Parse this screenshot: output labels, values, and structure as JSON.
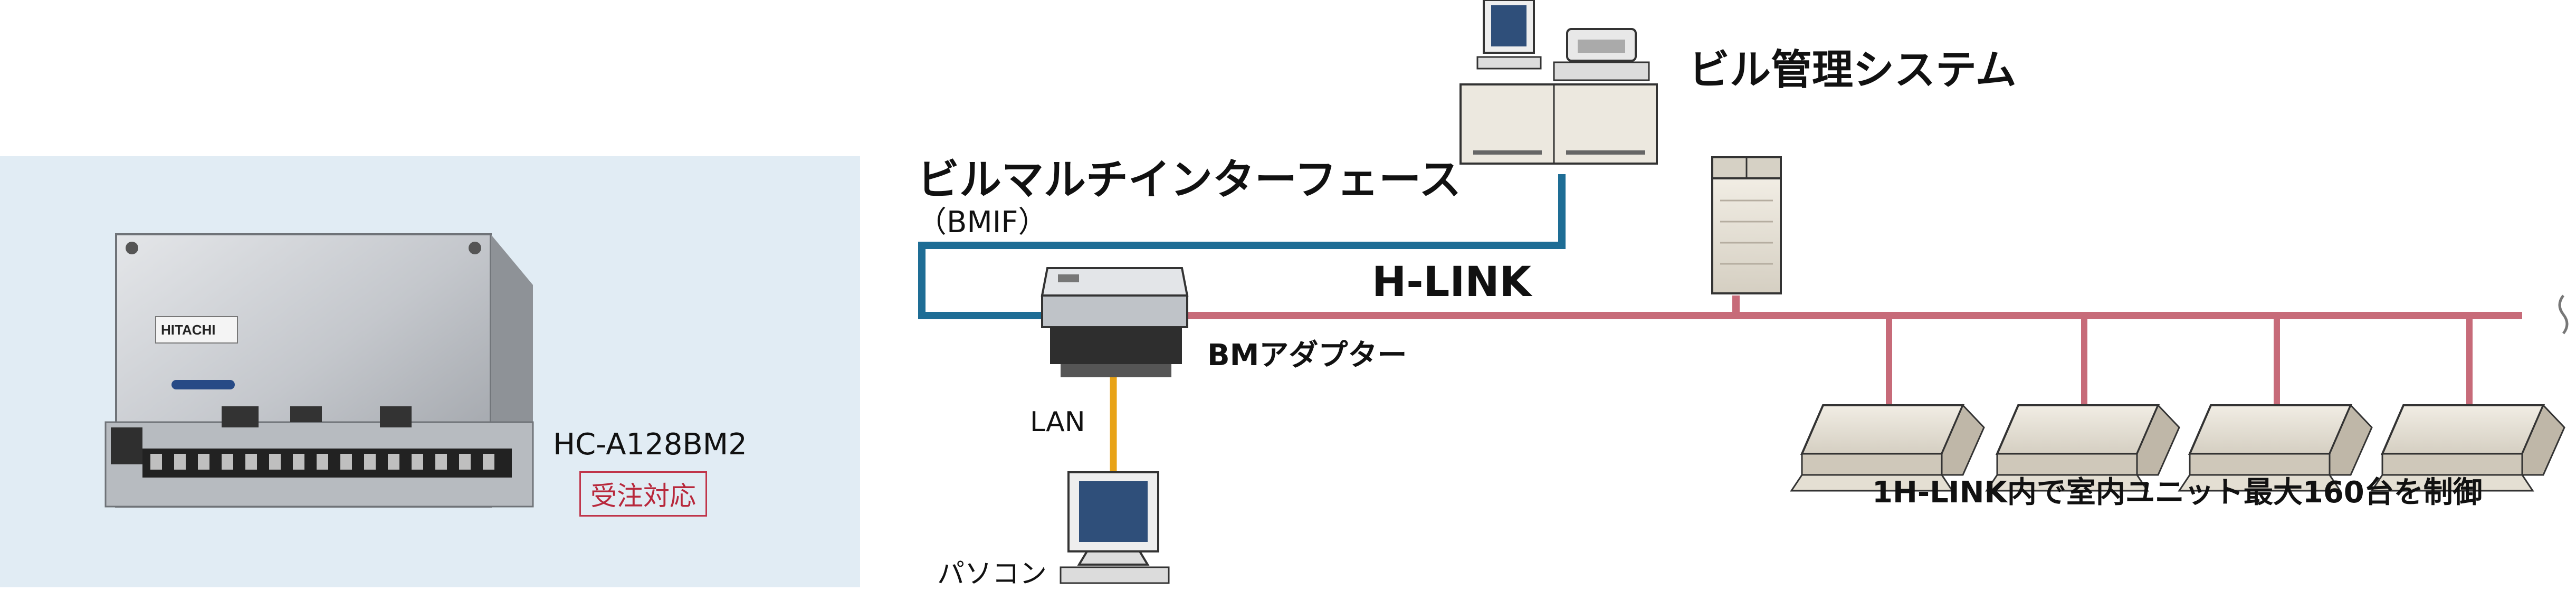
{
  "labels": {
    "building_management_system": "ビル管理システム",
    "bmif_title": "ビルマルチインターフェース",
    "bmif_abbr": "（BMIF）",
    "h_link": "H-LINK",
    "bm_adapter": "BMアダプター",
    "lan": "LAN",
    "pc": "パソコン",
    "model": "HC-A128BM2",
    "order_badge": "受注対応",
    "caption": "1H-LINK内で室内ユニット最大160台を制御",
    "device_brand": "HITACHI"
  },
  "colors": {
    "bmif_line": "#1e6d95",
    "h_link_line": "#c76b79",
    "lan_line": "#e8a317",
    "panel_background": "#e1ecf4",
    "badge_red": "#c0354a"
  },
  "icons": {
    "workstation": "workstation-icon",
    "outdoor_unit": "outdoor-unit-icon",
    "bm_adapter": "bm-adapter-icon",
    "pc": "pc-icon",
    "indoor_unit": "ceiling-cassette-icon",
    "line_break": "wave-break-icon"
  }
}
